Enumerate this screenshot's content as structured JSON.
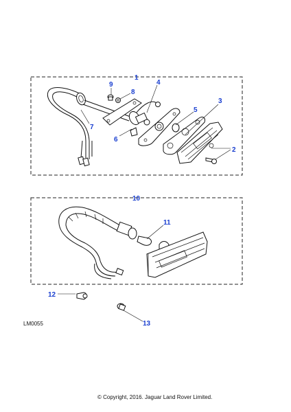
{
  "diagram": {
    "reference_code": "LM0055",
    "copyright": "© Copyright, 2016. Jaguar Land Rover Limited.",
    "callouts": {
      "c1": "1",
      "c2": "2",
      "c3": "3",
      "c4": "4",
      "c5": "5",
      "c6": "6",
      "c7": "7",
      "c8": "8",
      "c9": "9",
      "c10": "10",
      "c11": "11",
      "c12": "12",
      "c13": "13"
    },
    "colors": {
      "callout": "#1a3fd0",
      "line": "#111111"
    }
  }
}
